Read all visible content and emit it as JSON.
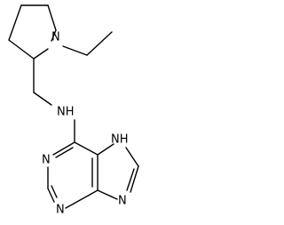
{
  "molecule": {
    "atoms": {
      "pyrrolidine_n": "N",
      "amine_nh": "NH",
      "purine_n1": "N",
      "purine_n3": "N",
      "imidazole_n7h": "NH",
      "imidazole_n9": "N"
    },
    "colors": {
      "bond": "#000000",
      "label": "#000000",
      "background": "#ffffff"
    }
  }
}
